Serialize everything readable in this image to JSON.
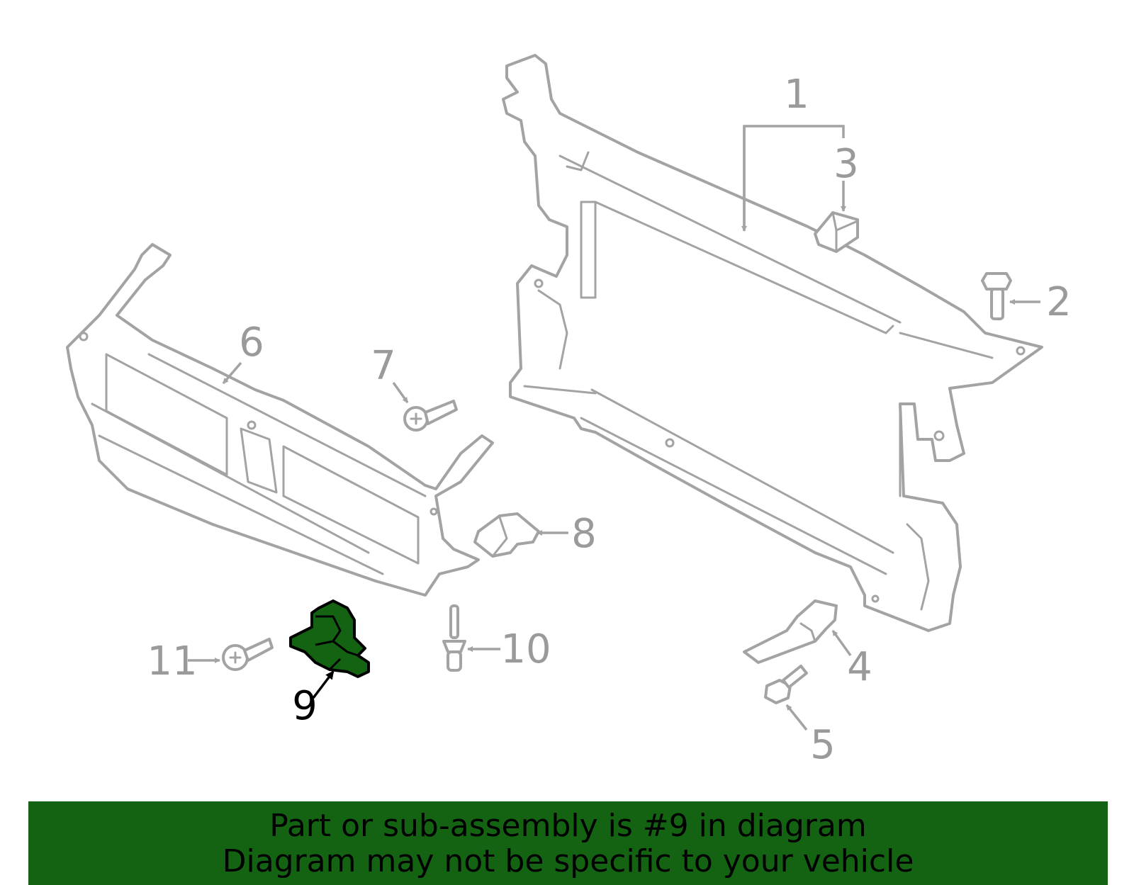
{
  "diagram": {
    "highlight_color": "#136313",
    "callouts": {
      "c1": "1",
      "c2": "2",
      "c3": "3",
      "c4": "4",
      "c5": "5",
      "c6": "6",
      "c7": "7",
      "c8": "8",
      "c9": "9",
      "c10": "10",
      "c11": "11"
    },
    "highlighted_part": "9"
  },
  "banner": {
    "line1": "Part or sub-assembly is #9 in diagram",
    "line2": "Diagram may not be specific to your vehicle",
    "background": "#136313"
  }
}
